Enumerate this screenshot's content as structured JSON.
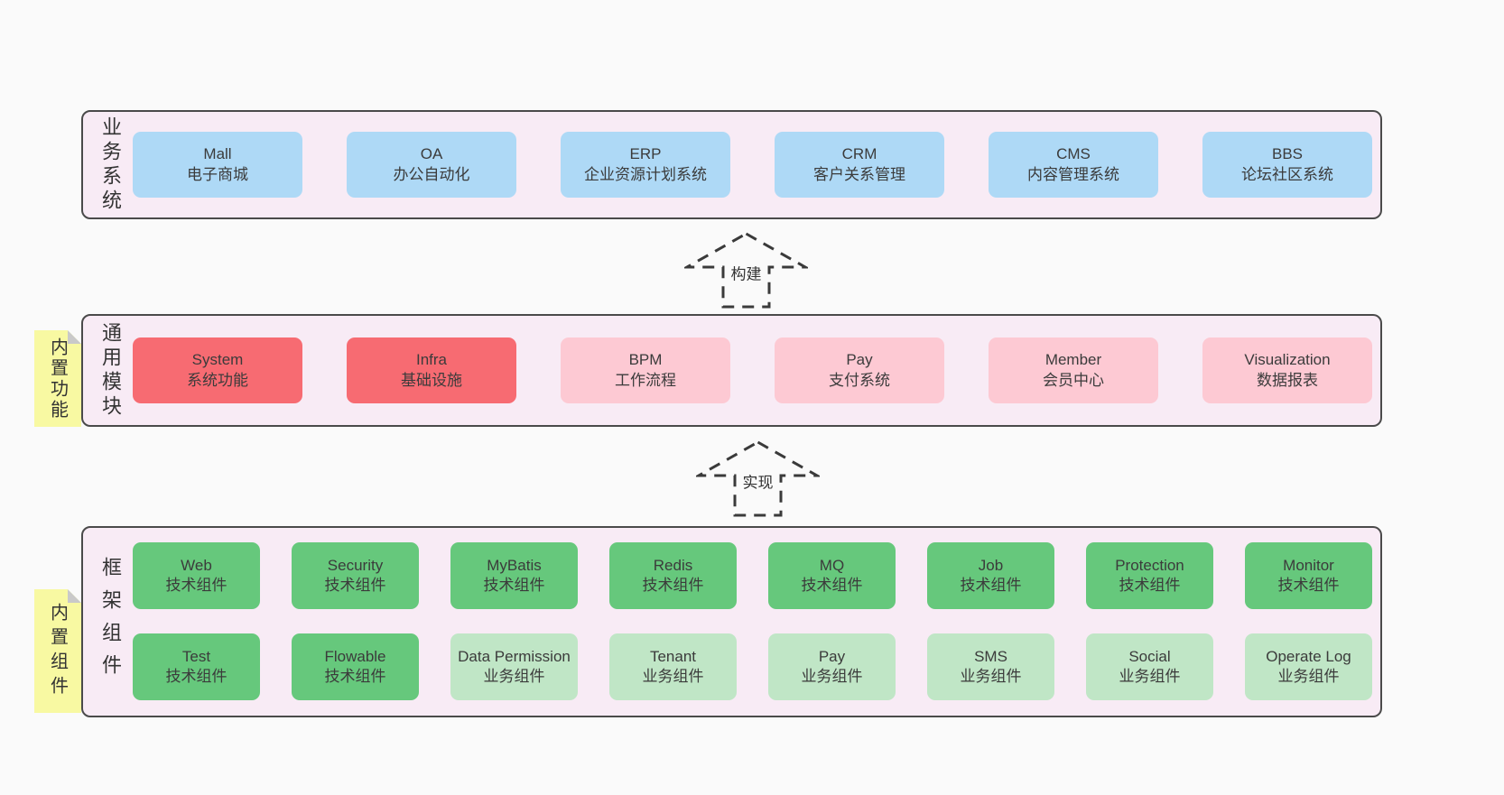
{
  "diagram": {
    "colors": {
      "page_bg": "#fafafa",
      "layer_bg": "#f8ebf5",
      "layer_border": "#4a4a4a",
      "box_blue": "#aed9f6",
      "box_red": "#f76b72",
      "box_pink": "#fdc9d3",
      "box_green": "#66c87c",
      "box_green_light": "#c0e6c6",
      "sticky_yellow": "#f8f9a2",
      "text": "#3b3b3b"
    },
    "arrows": [
      {
        "label": "构建"
      },
      {
        "label": "实现"
      }
    ],
    "layers": [
      {
        "side_label": "业务系统",
        "boxes": [
          {
            "title": "Mall",
            "subtitle": "电子商城"
          },
          {
            "title": "OA",
            "subtitle": "办公自动化"
          },
          {
            "title": "ERP",
            "subtitle": "企业资源计划系统"
          },
          {
            "title": "CRM",
            "subtitle": "客户关系管理"
          },
          {
            "title": "CMS",
            "subtitle": "内容管理系统"
          },
          {
            "title": "BBS",
            "subtitle": "论坛社区系统"
          }
        ]
      },
      {
        "side_label": "通用模块",
        "sticky": "内置功能",
        "boxes": [
          {
            "title": "System",
            "subtitle": "系统功能"
          },
          {
            "title": "Infra",
            "subtitle": "基础设施"
          },
          {
            "title": "BPM",
            "subtitle": "工作流程"
          },
          {
            "title": "Pay",
            "subtitle": "支付系统"
          },
          {
            "title": "Member",
            "subtitle": "会员中心"
          },
          {
            "title": "Visualization",
            "subtitle": "数据报表"
          }
        ]
      },
      {
        "side_label": "框架组件",
        "sticky": "内置组件",
        "boxes": [
          {
            "title": "Web",
            "subtitle": "技术组件"
          },
          {
            "title": "Security",
            "subtitle": "技术组件"
          },
          {
            "title": "MyBatis",
            "subtitle": "技术组件"
          },
          {
            "title": "Redis",
            "subtitle": "技术组件"
          },
          {
            "title": "MQ",
            "subtitle": "技术组件"
          },
          {
            "title": "Job",
            "subtitle": "技术组件"
          },
          {
            "title": "Protection",
            "subtitle": "技术组件"
          },
          {
            "title": "Monitor",
            "subtitle": "技术组件"
          },
          {
            "title": "Test",
            "subtitle": "技术组件"
          },
          {
            "title": "Flowable",
            "subtitle": "技术组件"
          },
          {
            "title": "Data Permission",
            "subtitle": "业务组件"
          },
          {
            "title": "Tenant",
            "subtitle": "业务组件"
          },
          {
            "title": "Pay",
            "subtitle": "业务组件"
          },
          {
            "title": "SMS",
            "subtitle": "业务组件"
          },
          {
            "title": "Social",
            "subtitle": "业务组件"
          },
          {
            "title": "Operate Log",
            "subtitle": "业务组件"
          }
        ]
      }
    ]
  }
}
